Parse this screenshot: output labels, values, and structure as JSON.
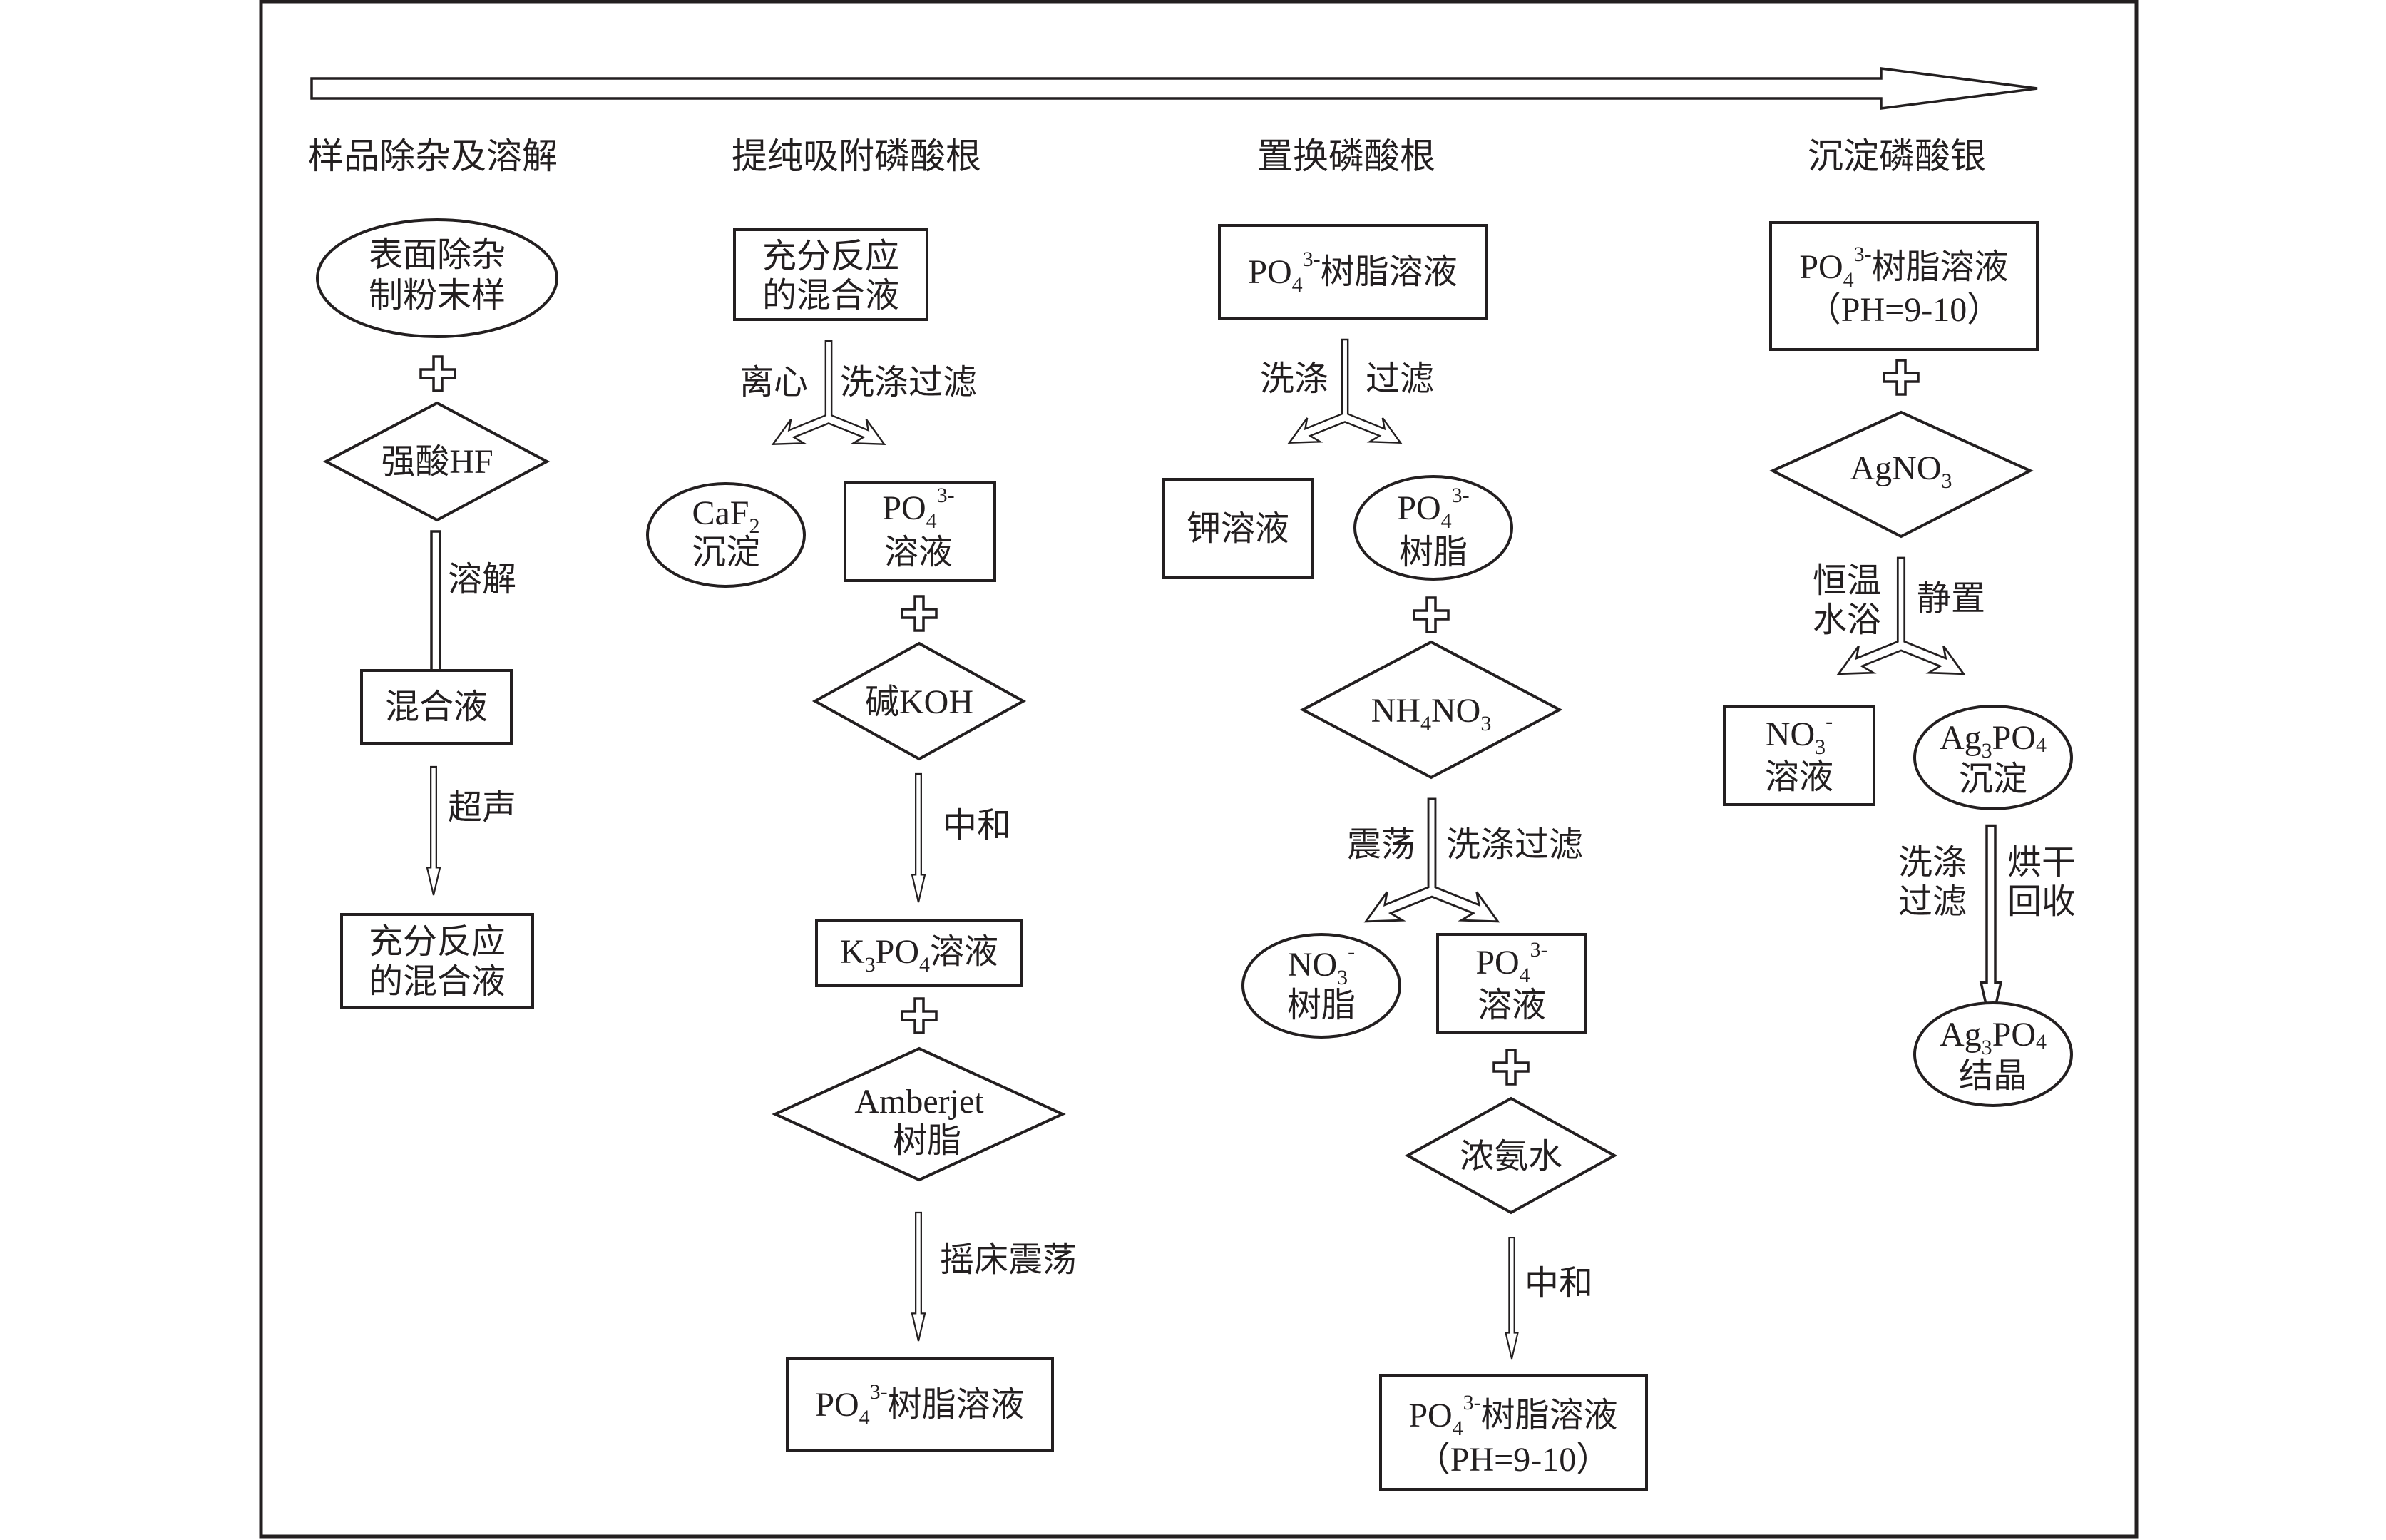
{
  "diagram": {
    "colors": {
      "stroke": "#231f20",
      "background": "#ffffff"
    },
    "stages": [
      {
        "title": "样品除杂及溶解"
      },
      {
        "title": "提纯吸附磷酸根"
      },
      {
        "title": "置换磷酸根"
      },
      {
        "title": "沉淀磷酸银"
      }
    ],
    "col1": {
      "start": {
        "line1": "表面除杂",
        "line2": "制粉末样"
      },
      "reagent": "强酸HF",
      "step1": "溶解",
      "mix": "混合液",
      "step2": "超声",
      "result": {
        "line1": "充分反应",
        "line2": "的混合液"
      }
    },
    "col2": {
      "start": {
        "line1": "充分反应",
        "line2": "的混合液"
      },
      "split_left": "离心",
      "split_right": "洗涤过滤",
      "precip": {
        "formula": "CaF",
        "sub": "2",
        "line2": "沉淀"
      },
      "solution": {
        "formula": "PO",
        "sub": "4",
        "sup": "3-",
        "line2": "溶液"
      },
      "base": "碱KOH",
      "step1": "中和",
      "k3po4": {
        "k": "K",
        "sub1": "3",
        "po": "PO",
        "sub2": "4",
        "rest": "溶液"
      },
      "resin": {
        "line1": "Amberjet",
        "line2": "树脂"
      },
      "step2": "摇床震荡",
      "result": {
        "formula": "PO",
        "sub": "4",
        "sup": "3-",
        "rest": "树脂溶液"
      }
    },
    "col3": {
      "start": {
        "formula": "PO",
        "sub": "4",
        "sup": "3-",
        "rest": "树脂溶液"
      },
      "split_left": "洗涤",
      "split_right": "过滤",
      "potassium": "钾溶液",
      "resin": {
        "formula": "PO",
        "sub": "4",
        "sup": "3-",
        "line2": "树脂"
      },
      "reagent": {
        "nh": "NH",
        "sub1": "4",
        "no": "NO",
        "sub2": "3"
      },
      "split2_left": "震荡",
      "split2_right": "洗涤过滤",
      "no3_resin": {
        "formula": "NO",
        "sub": "3",
        "sup": "-",
        "line2": "树脂"
      },
      "po4_solution": {
        "formula": "PO",
        "sub": "4",
        "sup": "3-",
        "line2": "溶液"
      },
      "ammonia": "浓氨水",
      "step": "中和",
      "result": {
        "formula": "PO",
        "sub": "4",
        "sup": "3-",
        "rest": "树脂溶液",
        "line2": "（PH=9-10）"
      }
    },
    "col4": {
      "start": {
        "formula": "PO",
        "sub": "4",
        "sup": "3-",
        "rest": "树脂溶液",
        "line2": "（PH=9-10）"
      },
      "reagent": {
        "formula": "AgNO",
        "sub": "3"
      },
      "split_left_1": "恒温",
      "split_left_2": "水浴",
      "split_right": "静置",
      "no3_solution": {
        "formula": "NO",
        "sub": "3",
        "sup": "-",
        "line2": "溶液"
      },
      "precip": {
        "ag": "Ag",
        "sub1": "3",
        "po": "PO",
        "sub2": "4",
        "line2": "沉淀"
      },
      "step_left_1": "洗涤",
      "step_left_2": "过滤",
      "step_right_1": "烘干",
      "step_right_2": "回收",
      "result": {
        "ag": "Ag",
        "sub1": "3",
        "po": "PO",
        "sub2": "4",
        "line2": "结晶"
      }
    }
  }
}
